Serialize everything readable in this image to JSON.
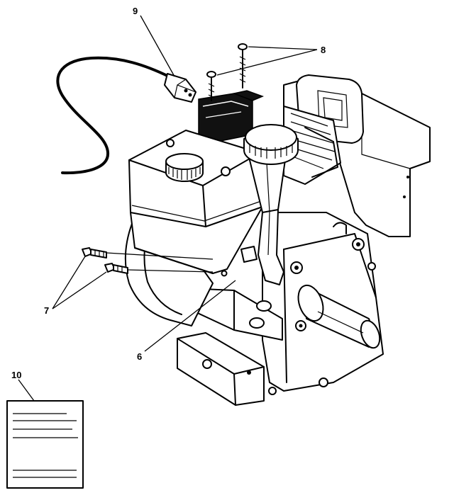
{
  "callouts": {
    "c6": "6",
    "c7": "7",
    "c8": "8",
    "c9": "9",
    "c10": "10"
  },
  "colors": {
    "ink": "#000000",
    "paper": "#ffffff"
  }
}
